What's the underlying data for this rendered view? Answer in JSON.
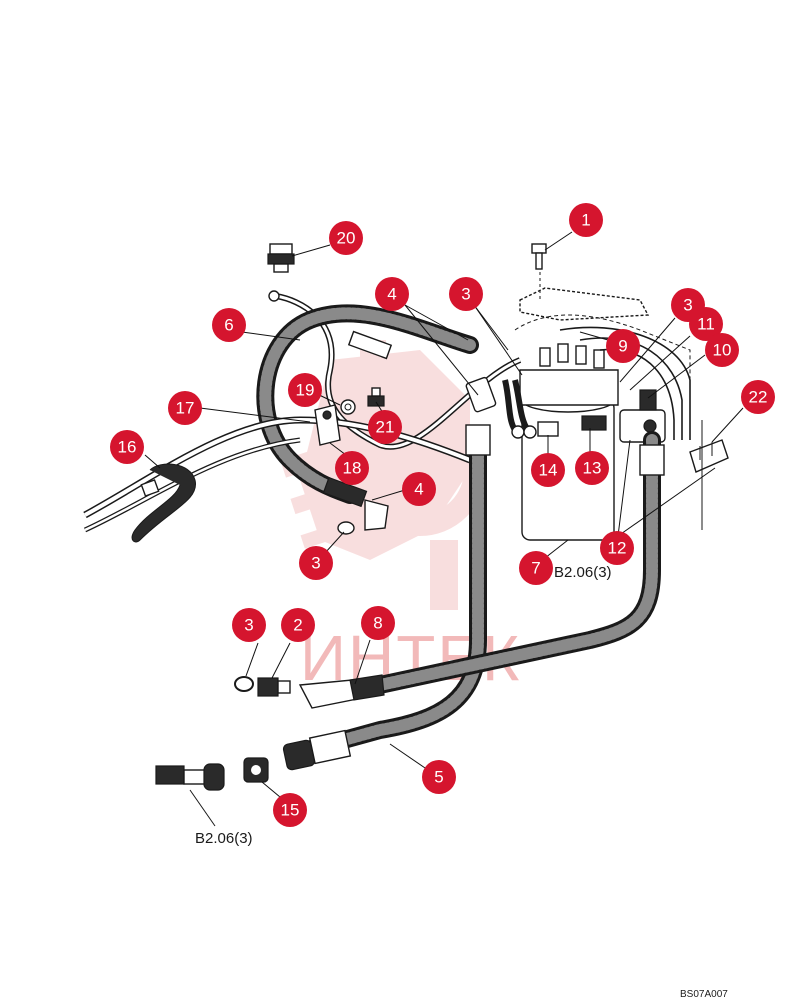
{
  "watermark": {
    "text": "ИНТЕК",
    "color": "#f2b9b9"
  },
  "accent_color": "#d5152e",
  "drawing_code": "BS07A007",
  "references": [
    {
      "id": "ref-center",
      "text": "B2.06(3)"
    },
    {
      "id": "ref-bottom",
      "text": "B2.06(3)"
    }
  ],
  "callouts": [
    {
      "id": "c20",
      "label": "20"
    },
    {
      "id": "c1",
      "label": "1"
    },
    {
      "id": "c4a",
      "label": "4"
    },
    {
      "id": "c3a",
      "label": "3"
    },
    {
      "id": "c3b",
      "label": "3"
    },
    {
      "id": "c11",
      "label": "11"
    },
    {
      "id": "c6",
      "label": "6"
    },
    {
      "id": "c9",
      "label": "9"
    },
    {
      "id": "c10",
      "label": "10"
    },
    {
      "id": "c19",
      "label": "19"
    },
    {
      "id": "c22",
      "label": "22"
    },
    {
      "id": "c17",
      "label": "17"
    },
    {
      "id": "c21",
      "label": "21"
    },
    {
      "id": "c16",
      "label": "16"
    },
    {
      "id": "c18",
      "label": "18"
    },
    {
      "id": "c14",
      "label": "14"
    },
    {
      "id": "c13",
      "label": "13"
    },
    {
      "id": "c4b",
      "label": "4"
    },
    {
      "id": "c12",
      "label": "12"
    },
    {
      "id": "c3c",
      "label": "3"
    },
    {
      "id": "c7",
      "label": "7"
    },
    {
      "id": "c3d",
      "label": "3"
    },
    {
      "id": "c2",
      "label": "2"
    },
    {
      "id": "c8",
      "label": "8"
    },
    {
      "id": "c5",
      "label": "5"
    },
    {
      "id": "c15",
      "label": "15"
    }
  ]
}
